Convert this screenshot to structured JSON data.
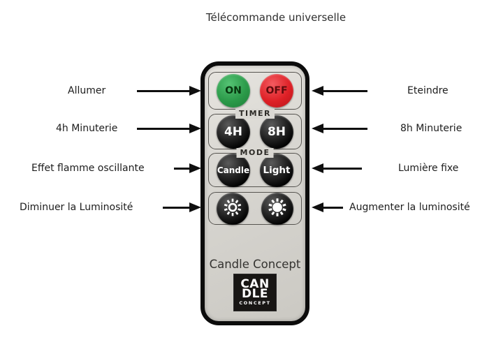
{
  "title": "Télécommande universelle",
  "annotations": {
    "left": [
      {
        "label": "Allumer"
      },
      {
        "label": "4h Minuterie"
      },
      {
        "label": "Effet flamme oscillante"
      },
      {
        "label": "Diminuer la Luminosité"
      }
    ],
    "right": [
      {
        "label": "Eteindre"
      },
      {
        "label": "8h Minuterie"
      },
      {
        "label": "Lumière fixe"
      },
      {
        "label": "Augmenter la luminosité"
      }
    ]
  },
  "remote": {
    "power": {
      "on": "ON",
      "off": "OFF"
    },
    "timer": {
      "label": "TIMER",
      "btn_4h": "4H",
      "btn_8h": "8H"
    },
    "mode": {
      "label": "MODE",
      "btn_candle": "Candle",
      "btn_light": "Light"
    },
    "brightness": {
      "down_icon": "sun-outline-icon",
      "up_icon": "sun-filled-icon"
    },
    "brand": "Candle Concept",
    "logo": {
      "line1": "CAN",
      "line2": "DLE",
      "line3": "CONCEPT"
    },
    "colors": {
      "on_green": "#2f9e4c",
      "off_red": "#e12328",
      "body_gray": "#d8d6d1",
      "button_black": "#141414"
    }
  }
}
